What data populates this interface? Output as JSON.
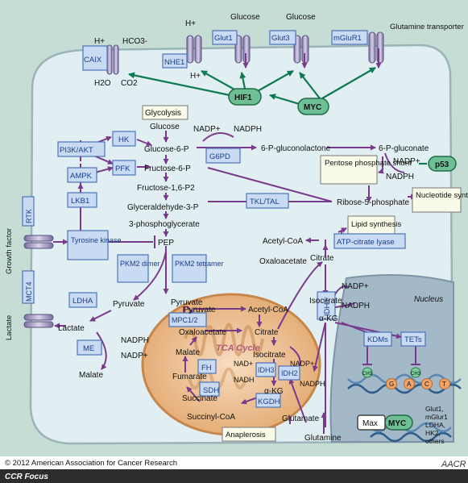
{
  "membrane": {
    "caix": "CAIX",
    "h_plus_top": "H+",
    "hco3": "HCO3-",
    "h2o": "H2O",
    "co2": "CO2",
    "nhe1": "NHE1",
    "h_plus_left": "H+",
    "h_plus_bottom": "H+",
    "glut1": "Glut1",
    "glucose_1": "Glucose",
    "glut3": "Glut3",
    "glucose_2": "Glucose",
    "mglur1": "mGluR1",
    "glutamine_transporter": "Glutamine transporter",
    "rtk": "RTK",
    "growth_factor": "Growth factor",
    "mct4": "MCT4",
    "lactate_outside": "Lactate"
  },
  "regulators": {
    "hif1": "HIF1",
    "myc": "MYC",
    "p53": "p53",
    "pi3k": "PI3K/AKT",
    "hk": "HK",
    "ampk": "AMPK",
    "pfk": "PFK",
    "lkb1": "LKB1",
    "g6pd": "G6PD",
    "tyrosine_kinase": "Tyrosine kinase",
    "pkm2_dimer": "PKM2 dimer",
    "pkm2_tetramer": "PKM2 tetramer",
    "tkl_tal": "TKL/TAL",
    "acly": "ATP-citrate lyase",
    "idh1": "IDH1",
    "ldha": "LDHA",
    "me": "ME",
    "mpc": "MPC1/2"
  },
  "glycolysis": {
    "title": "Glycolysis",
    "steps": [
      "Glucose",
      "Glucose-6-P",
      "Fructose-6-P",
      "Fructose-1,6-P2",
      "Glyceraldehyde-3-P",
      "3-phosphoglycerate",
      "PEP",
      "Pyruvate"
    ]
  },
  "ppp": {
    "nadp": "NADP+",
    "nadph": "NADPH",
    "gluconolactone": "6-P-gluconolactone",
    "gluconate": "6-P-gluconate",
    "nadp_2": "NADP+",
    "nadph_2": "NADPH",
    "shunt": "Pentose phosphate shunt",
    "r5p": "Ribose-5-phosphate",
    "nucleotide": "Nucleotide synthesis"
  },
  "cytosol": {
    "pyruvate_left": "Pyruvate",
    "lactate": "Lactate",
    "nadph": "NADPH",
    "nadp": "NADP+",
    "malate": "Malate",
    "acetylcoa": "Acetyl-CoA",
    "oxaloacetate": "Oxaloacetate",
    "citrate": "Citrate",
    "lipid": "Lipid synthesis",
    "isocitrate": "Isocitrate",
    "nadp_idh": "NADP+",
    "nadph_idh": "NADPH",
    "akg": "α-KG",
    "glutamate": "Glutamate",
    "glutamine": "Glutamine",
    "anaplerosis": "Anaplerosis"
  },
  "mito": {
    "title": "TCA Cycle",
    "pyruvate": "Pyruvate",
    "acetylcoa": "Acetyl-CoA",
    "oxaloacetate": "Oxaloacetate",
    "citrate": "Citrate",
    "malate": "Malate",
    "isocitrate": "Isocitrate",
    "fumarate": "Fumarate",
    "fh": "FH",
    "succinate": "Succinate",
    "sdh": "SDH",
    "nad": "NAD+",
    "nadh": "NADH",
    "idh3": "IDH3",
    "idh2": "IDH2",
    "nadp": "NADP+",
    "nadph": "NADPH",
    "akg": "α-KG",
    "kgdh": "KGDH",
    "succinylcoa": "Succinyl-CoA"
  },
  "nucleus": {
    "title": "Nucleus",
    "kdms": "KDMs",
    "tets": "TETs",
    "ch3": "CH3",
    "bases": [
      "G",
      "A",
      "C",
      "T"
    ],
    "max": "Max",
    "myc": "MYC",
    "targets": "Glut1, mGlur1 LDHA, HK2, others"
  },
  "footer": {
    "copyright": "© 2012 American Association for Cancer Research",
    "journal": "CCR Focus",
    "logo": "AACR"
  },
  "colors": {
    "outer": "#c5ddd5",
    "cell": "#e2eff2",
    "nucleus": "#a4b9c8",
    "enzyme_fill": "#c9daf3",
    "enzyme_stroke": "#4c72b9",
    "reg_fill": "#6fbf95",
    "arrow_purple": "#7a3a8c",
    "arrow_green": "#0e7a52",
    "mito": "#e9b57e",
    "footer": "#2d2d2d"
  }
}
